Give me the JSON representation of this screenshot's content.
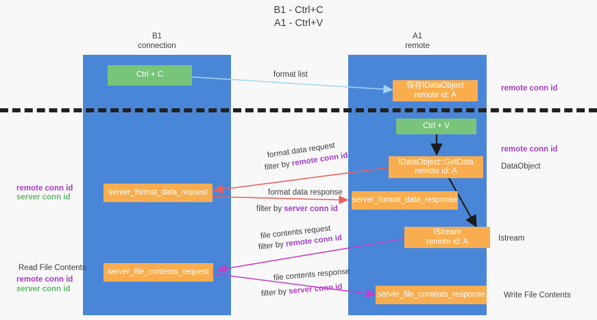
{
  "title": {
    "line1": "B1 - Ctrl+C",
    "line2": "A1 - Ctrl+V"
  },
  "columns": [
    {
      "name": "B1",
      "role": "connection"
    },
    {
      "name": "A1",
      "role": "remote"
    }
  ],
  "boxes": {
    "ctrl_c": "Ctrl + C",
    "ctrl_v": "Ctrl + V",
    "save_idataobject_l1": "保存IDataObject",
    "save_idataobject_l2": "remote id: A",
    "getdata_l1": "IDataObject::GetData",
    "getdata_l2": "remote id: A",
    "istream_l1": "IStream",
    "istream_l2": "remote id: A",
    "server_format_data_request": "server_format_data_request",
    "server_format_data_response": "server_format_data_response",
    "server_file_contents_request": "server_file_contents_request",
    "server_file_contents_response": "server_file_contents_response"
  },
  "edges": {
    "format_list": "format list",
    "format_data_request": "format data request",
    "format_data_request_filter_prefix": "filter by ",
    "format_data_request_filter_key": "remote conn id",
    "format_data_response": "format data response",
    "format_data_response_filter_prefix": "filter by ",
    "format_data_response_filter_key": "server conn id",
    "file_contents_request": "file contents request",
    "file_contents_request_filter_prefix": "filter by ",
    "file_contents_request_filter_key": "remote conn id",
    "file_contents_response": "file contents response",
    "file_contents_response_filter_prefix": "filter by ",
    "file_contents_response_filter_key": "server conn id"
  },
  "notes": {
    "right_remote_conn_id_top": "remote conn id",
    "right_remote_conn_id_mid": "remote conn id",
    "right_dataobject": "DataObject",
    "right_istream": "Istream",
    "right_write_file_contents": "Write File Contents",
    "left_remote_conn_id_mid": "remote conn id",
    "left_server_conn_id_mid": "server conn id",
    "left_read_file_contents": "Read File Contents",
    "left_remote_conn_id_bottom": "remote conn id",
    "left_server_conn_id_bottom": "server conn id"
  },
  "colors": {
    "lane": "#4a86d8",
    "green_box": "#78c47a",
    "orange_box": "#f9ad4e",
    "remote_conn_id": "#a33ec4",
    "server_conn_id": "#60bb6b",
    "arrow_format_list": "#a8d4f0",
    "arrow_format_data": "#e8615e",
    "arrow_file_contents": "#c13fc8",
    "arrow_black": "#1b1b1b",
    "divider": "#212121",
    "background": "#f8f8f8"
  }
}
